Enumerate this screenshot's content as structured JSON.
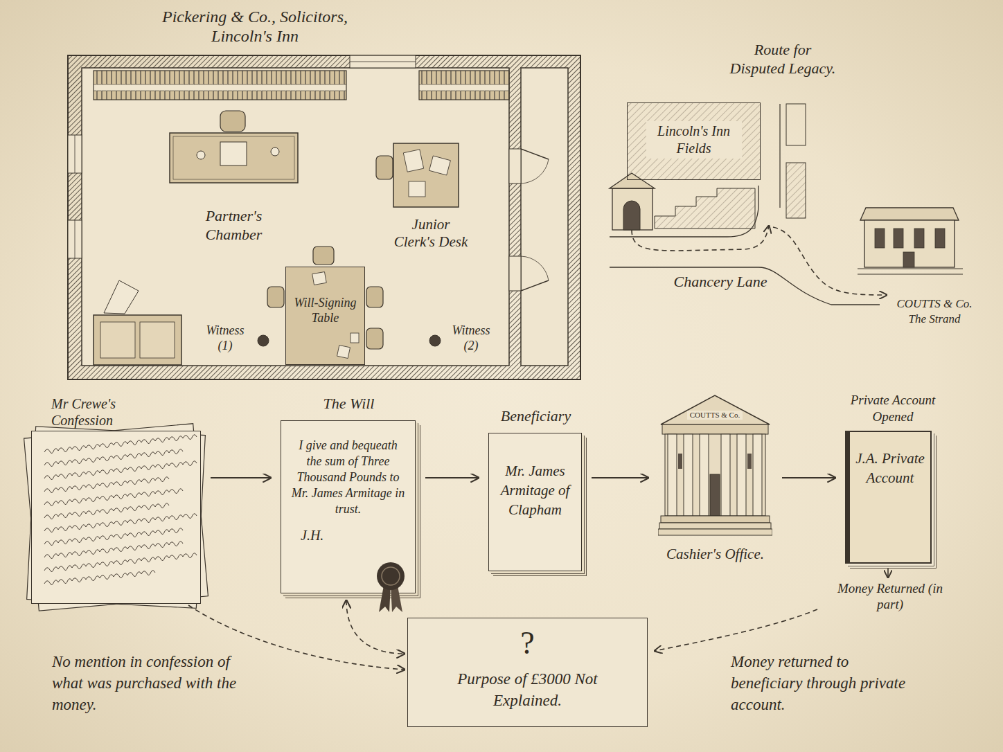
{
  "diagram": {
    "nodes": [
      {
        "text": [
          "Pickering & Co., Solicitors, Lincoln's Inn"
        ]
      },
      {
        "text": [
          "Will-Signing Table"
        ],
        "in": 0
      },
      {
        "text": [
          "Lincoln's Inn Fields"
        ]
      },
      {
        "text": [
          "Mr Crewe's Confession"
        ]
      },
      {
        "text": [
          "The Will",
          "I give and bequeath the sum of Three Thousand Pounds to Mr. James Armitage in trust.",
          "J.H."
        ]
      },
      {
        "text": [
          "Beneficiary",
          "Mr. James Armitage of Clapham"
        ]
      },
      {
        "text": [
          "COUTTS & Co.",
          "Cashier's Office."
        ]
      },
      {
        "text": [
          "Private Account Opened",
          "J.A. Private Account"
        ]
      },
      {
        "text": [
          "?",
          "Purpose of £3000 Not Explained."
        ]
      }
    ],
    "edges": [
      {
        "from": 3,
        "to": 4,
        "arrow": "to"
      },
      {
        "from": 4,
        "to": 5,
        "arrow": "to"
      },
      {
        "from": 5,
        "to": 6,
        "arrow": "to"
      },
      {
        "from": 6,
        "to": 7,
        "arrow": "to"
      },
      {
        "from": 3,
        "to": 8,
        "arrow": "to"
      },
      {
        "from": 4,
        "to": 8,
        "arrow": "both"
      }
    ],
    "labels": [
      "Partner's Chamber",
      "Junior Clerk's Desk",
      "Witness (1)",
      "Witness (2)",
      "Route for Disputed Legacy.",
      "Chancery Lane",
      "COUTTS & Co. The Strand",
      "Money Returned (in part)",
      "No mention in confession of what was purchased with the money.",
      "Money returned to beneficiary through private account."
    ]
  }
}
